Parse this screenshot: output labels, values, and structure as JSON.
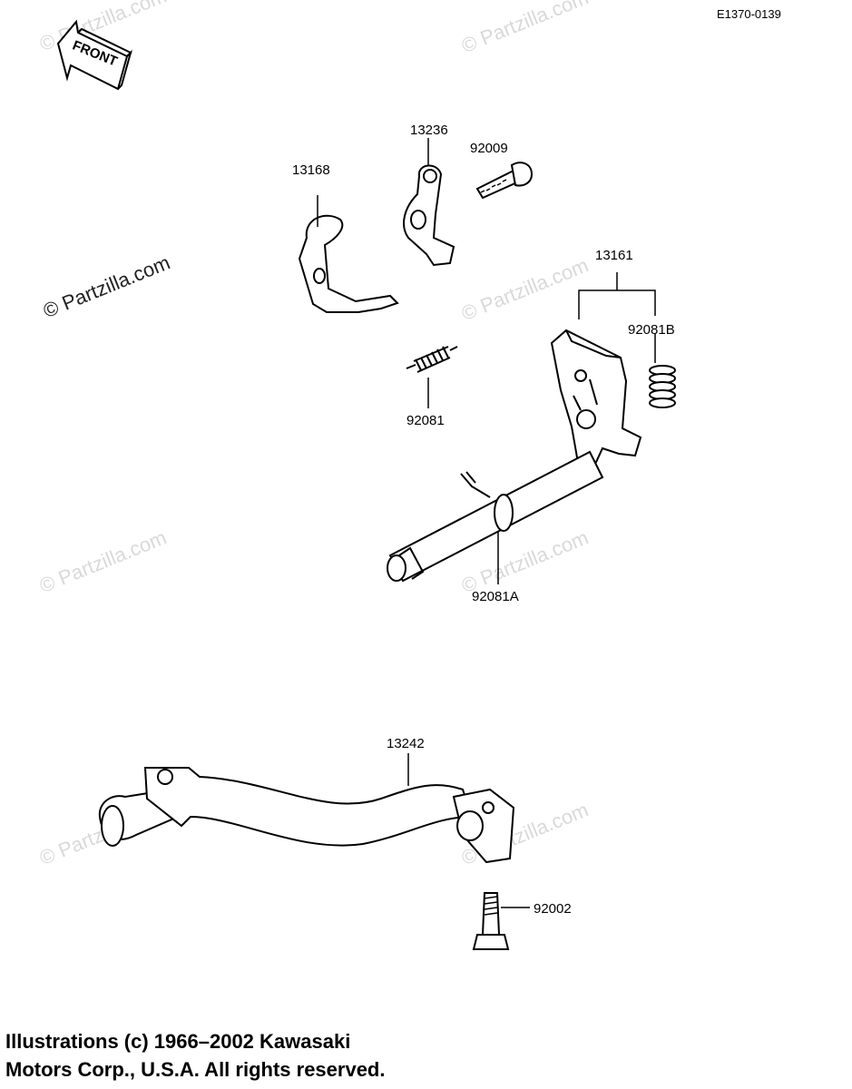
{
  "diagram": {
    "id": "E1370-0139",
    "front_label": "FRONT",
    "parts": {
      "p13236": "13236",
      "p92009": "92009",
      "p13168": "13168",
      "p13161": "13161",
      "p92081B": "92081B",
      "p92081": "92081",
      "p92081A": "92081A",
      "p13242": "13242",
      "p92002": "92002"
    }
  },
  "watermark": {
    "text": "© Partzilla.com"
  },
  "copyright": {
    "line1": "Illustrations (c) 1966–2002 Kawasaki",
    "line2": "Motors Corp., U.S.A.  All rights reserved."
  }
}
